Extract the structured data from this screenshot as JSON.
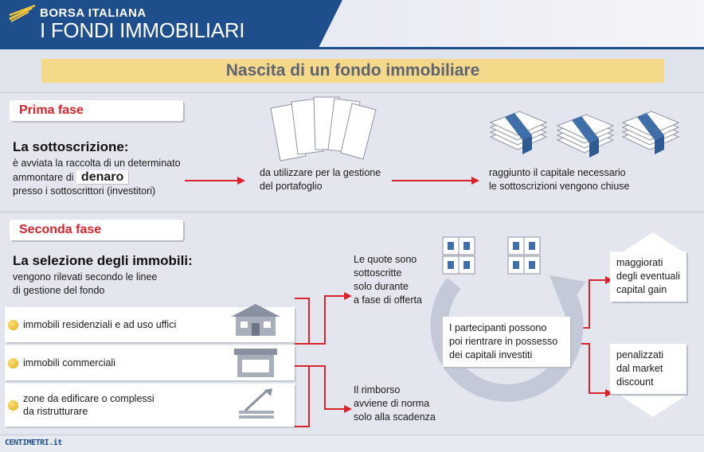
{
  "header": {
    "brand_top": "BORSA ITALIANA",
    "brand_main": "I FONDI IMMOBILIARI",
    "brand_color": "#1e4f8c"
  },
  "title": "Nascita di un fondo immobiliare",
  "phase1": {
    "tab": "Prima fase",
    "heading": "La sottoscrizione:",
    "text_line1": "è avviata la raccolta di un determinato",
    "text_line2": "ammontare di",
    "highlight": "denaro",
    "text_line3": "presso i sottoscrittori (investitori)",
    "step2_line1": "da utilizzare per la gestione",
    "step2_line2": "del portafoglio",
    "step3_line1": "raggiunto il capitale necessario",
    "step3_line2": "le sottoscrizioni vengono chiuse"
  },
  "phase2": {
    "tab": "Seconda fase",
    "heading": "La selezione degli immobili:",
    "text_line1": "vengono rilevati secondo le linee",
    "text_line2": "di gestione del fondo",
    "items": [
      {
        "line1": "immobili residenziali e ad uso uffici",
        "line2": "",
        "icon": "house-icon"
      },
      {
        "line1": "immobili commerciali",
        "line2": "",
        "icon": "shop-icon"
      },
      {
        "line1": "zone da edificare o complessi",
        "line2": "da ristrutturare",
        "icon": "construction-icon"
      }
    ],
    "quote_line1": "Le quote sono",
    "quote_line2": "sottoscritte",
    "quote_line3": "solo durante",
    "quote_line4": "a fase di offerta",
    "rimborso_line1": "Il rimborso",
    "rimborso_line2": "avviene di norma",
    "rimborso_line3": "solo alla scadenza",
    "center_line1": "I partecipanti possono",
    "center_line2": "poi rientrare in possesso",
    "center_line3": "dei capitali investiti",
    "up_line1": "maggiorati",
    "up_line2": "degli eventuali",
    "up_line3": "capital gain",
    "down_line1": "penalizzati",
    "down_line2": "dal market",
    "down_line3": "discount"
  },
  "footer": "CENTIMETRI.it",
  "colors": {
    "accent_red": "#d8242a",
    "title_bar": "#f5d98a",
    "panel": "#e3e6ee"
  }
}
